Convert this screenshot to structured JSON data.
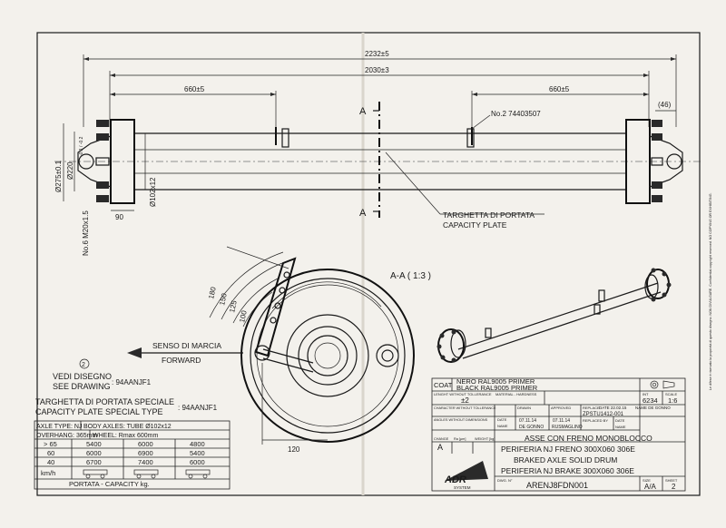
{
  "dimensions": {
    "overall": "2232±5",
    "between": "2030±3",
    "left_offset": "660±5",
    "right_offset": "660±5",
    "end_gap": "(46)",
    "dia_275": "Ø275±0.1",
    "dia_220": "Ø220",
    "dia_220_tol": "-0.1 / -0.2",
    "tube": "Ø102x12",
    "hub_width": "90",
    "studs": "No.6 M20x1.5",
    "lever_180": "180",
    "lever_150": "150",
    "lever_125": "125",
    "lever_100": "100",
    "drum_120": "120"
  },
  "labels": {
    "section_marker": "A",
    "section_view": "A-A ( 1:3 )",
    "part_no2": "No.2 74403507",
    "plate_it": "TARGHETTA DI PORTATA",
    "plate_en": "CAPACITY PLATE",
    "dir_it": "SENSO DI MARCIA",
    "dir_en": "FORWARD",
    "note_no": "2",
    "see_it": "VEDI DISEGNO",
    "see_en": "SEE DRAWING",
    "see_val": ": 94AANJF1",
    "special_it": "TARGHETTA DI PORTATA SPECIALE",
    "special_en": "CAPACITY PLATE SPECIAL TYPE",
    "special_val": ": 94AANJF1",
    "side_note": "Le difese è riservato la proprietà di questo disegno. NON DIVULGARE. Confidential copyright reserved. NO COPYING OR EXHIBITING."
  },
  "spec_table": {
    "row1": [
      "AXLE TYPE: NJ",
      "BODY AXLES: TUBE Ø102x12"
    ],
    "row2": [
      "OVERHANG: 365mm",
      "WHEEL: Rmax 600mm"
    ],
    "rows": [
      [
        "> 65",
        "5400",
        "6000",
        "4800"
      ],
      [
        "60",
        "6000",
        "6900",
        "5400"
      ],
      [
        "40",
        "6700",
        "7400",
        "6000"
      ]
    ],
    "unit": "km/h",
    "footer": "PORTATA - CAPACITY kg."
  },
  "title_block": {
    "coat_label": "COAT",
    "coat_1": "NERO RAL9005 PRIMER",
    "coat_2": "BLACK RAL9005 PRIMER",
    "tolerance_label": "LENGHT WITHOUT TOLLERANCE",
    "tolerance_val": "±2",
    "material_label": "MATERIAL - HARDNESS",
    "int_label": "INT",
    "int_val": "6234",
    "scale_label": "SCALE",
    "scale_val": "1:6",
    "char_label": "CHARACTER WITHOUT TOLLERANCE",
    "drawn_label": "DRAWN",
    "approved_label": "APPROVED",
    "replace_label": "REPLACE",
    "replace_date": "DATE 22.02.15",
    "replace_name": "NAME DE GONNO",
    "replace_code": "ZPSTU1412-001",
    "angles_label": "ANGLES WITHOUT DIMENSIONS",
    "date_label": "DATE",
    "drawn_date": "07.11.14",
    "approved_date": "07.11.14",
    "replaced_by": "REPLACED BY",
    "name_label": "NAME",
    "drawn_name": "DE GONNO",
    "approved_name": "RUSMAGLINO",
    "change_label": "CHANGE",
    "change_val": "A",
    "raw_label": "Ra [µm]",
    "weight_label": "WEIGHT [kg]",
    "desc_1": "ASSE CON FRENO MONOBLOCCO",
    "desc_2": "PERIFERIA NJ FRENO 300X060 306E",
    "desc_3": "BRAKED AXLE SOLID DRUM",
    "desc_4": "PERIFERIA NJ BRAKE 300X060 306E",
    "logo": "ADR",
    "logo_sub": "SYSTEM",
    "dwg_label": "DWG. N°",
    "dwg_val": "ARENJ8FDN001",
    "size_label": "SIZE",
    "size_val": "A/A",
    "sheet_label": "SHEET",
    "sheet_val": "2"
  }
}
